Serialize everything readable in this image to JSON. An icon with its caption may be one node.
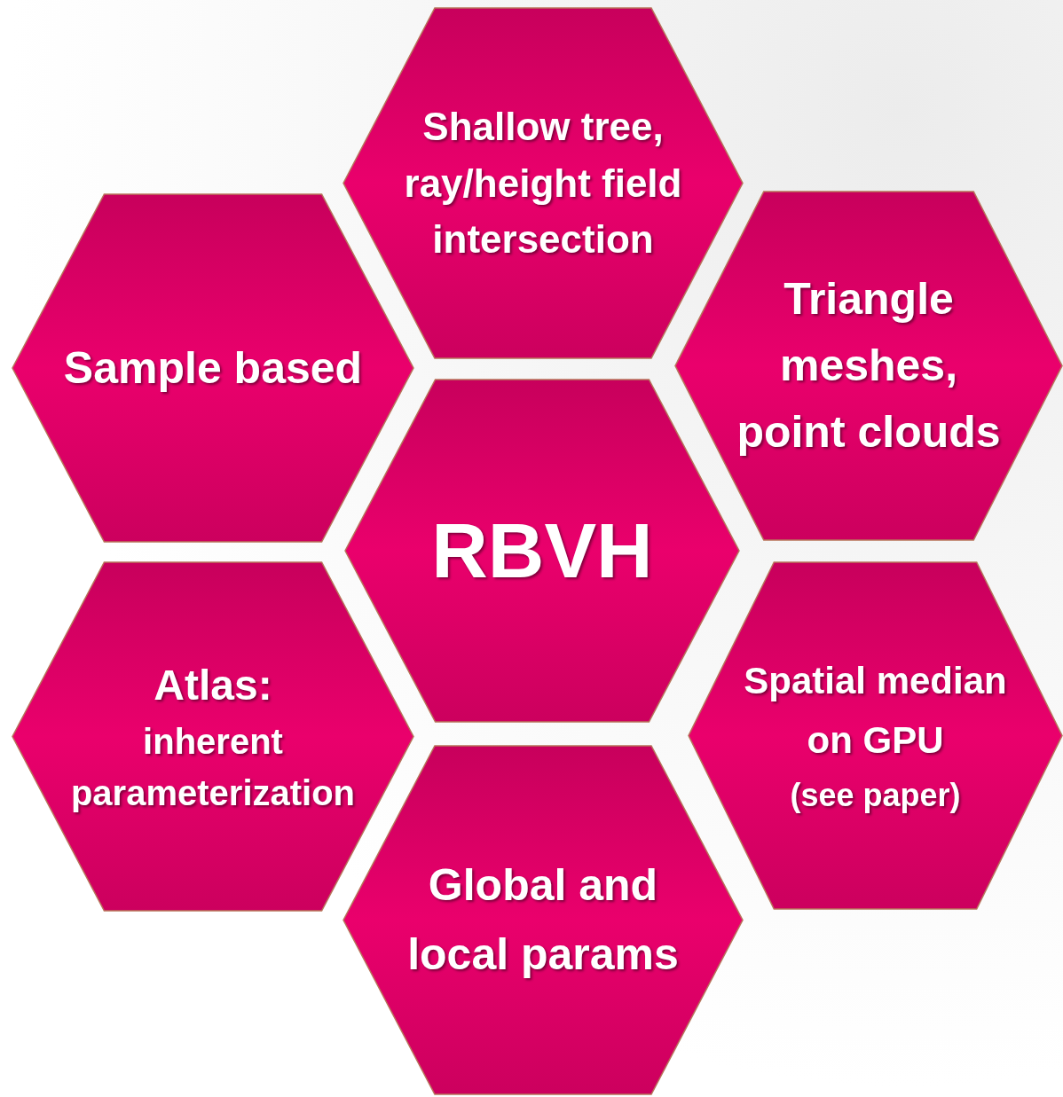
{
  "diagram": {
    "nodes": [
      {
        "text": [
          "Shallow tree, ray/height field intersection"
        ]
      },
      {
        "text": [
          "Sample based"
        ]
      },
      {
        "text": [
          "Triangle meshes, point clouds"
        ]
      },
      {
        "text": [
          "RBVH"
        ]
      },
      {
        "text": [
          "Atlas:",
          "inherent parameterization"
        ]
      },
      {
        "text": [
          "Spatial median on GPU",
          "(see paper)"
        ]
      },
      {
        "text": [
          "Global and local params"
        ]
      }
    ]
  }
}
